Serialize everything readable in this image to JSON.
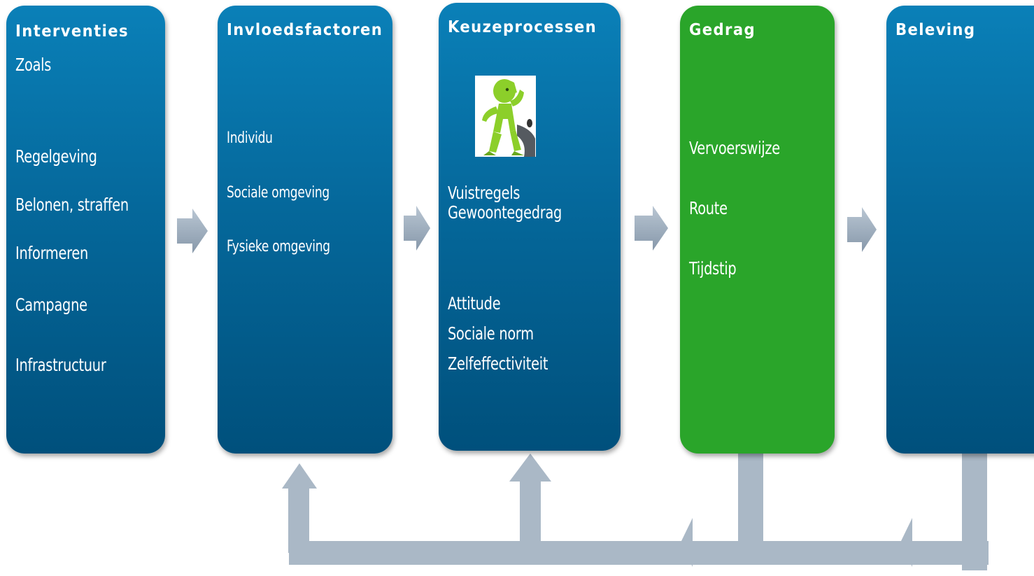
{
  "colors": {
    "box_blue_top": "#0a80b8",
    "box_blue_bottom": "#00507c",
    "box_green": "#2aa52a",
    "connector": "#aab8c6"
  },
  "boxes": [
    {
      "id": "interventies",
      "title": "Interventies",
      "items": [
        "Zoals",
        "Regelgeving",
        "Belonen, straffen",
        "Informeren",
        "Campagne",
        "Infrastructuur"
      ]
    },
    {
      "id": "invloedsfactoren",
      "title": "Invloedsfactoren",
      "items": [
        "Individu",
        "Sociale omgeving",
        "Fysieke omgeving"
      ]
    },
    {
      "id": "keuzeprocessen",
      "title": "Keuzeprocessen",
      "image_icon": "thinking-figure-icon",
      "items": [
        "Vuistregels",
        "Gewoontegedrag",
        "Attitude",
        "Sociale norm",
        "Zelfeffectiviteit"
      ]
    },
    {
      "id": "gedrag",
      "title": "Gedrag",
      "items": [
        "Vervoerswijze",
        "Route",
        "Tijdstip"
      ]
    },
    {
      "id": "beleving",
      "title": "Beleving",
      "items": []
    }
  ],
  "arrow_icon": "right-arrow-icon",
  "feedback_icon": "feedback-arrow-icon"
}
